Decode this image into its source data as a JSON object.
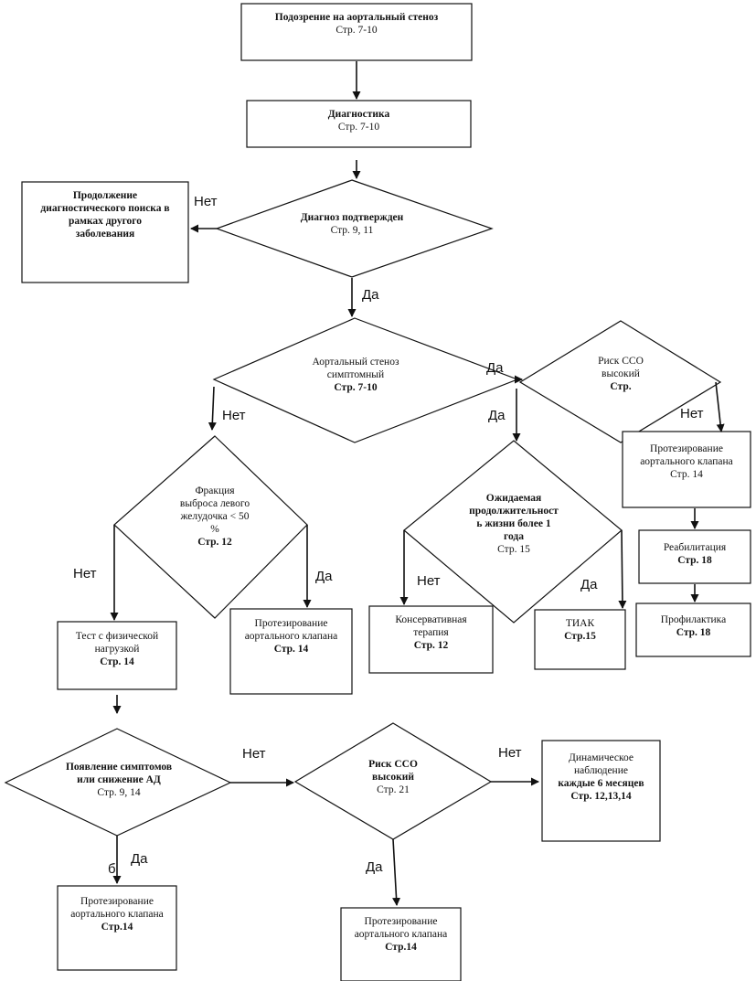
{
  "nodes": {
    "suspicion": {
      "lines": [
        {
          "text": "Подозрение на аортальный стеноз",
          "bold": true
        },
        {
          "text": "Стр. 7-10",
          "bold": false
        }
      ]
    },
    "diagnostics": {
      "lines": [
        {
          "text": "Диагностика",
          "bold": true
        },
        {
          "text": "Стр.  7-10",
          "bold": false
        }
      ]
    },
    "continue_search": {
      "lines": [
        {
          "text": "Продолжение",
          "bold": true
        },
        {
          "text": "диагностического поиска в",
          "bold": true
        },
        {
          "text": "рамках другого",
          "bold": true
        },
        {
          "text": "заболевания",
          "bold": true
        }
      ]
    },
    "diagnosis_confirmed": {
      "lines": [
        {
          "text": "Диагноз подтвержден",
          "bold": true
        },
        {
          "text": "Стр. 9, 11",
          "bold": false
        }
      ]
    },
    "stenosis_symptomatic": {
      "lines": [
        {
          "text": "Аортальный стеноз",
          "bold": false
        },
        {
          "text": "симптомный",
          "bold": false
        },
        {
          "text": "Стр. 7-10",
          "bold": true
        }
      ]
    },
    "risk_cco_high_top": {
      "lines": [
        {
          "text": "Риск ССО",
          "bold": false
        },
        {
          "text": "высокий",
          "bold": false
        },
        {
          "text": "Стр.",
          "bold": true
        }
      ]
    },
    "ejection_fraction": {
      "lines": [
        {
          "text": "Фракция",
          "bold": false
        },
        {
          "text": "выброса левого",
          "bold": false
        },
        {
          "text": "желудочка < 50",
          "bold": false
        },
        {
          "text": "%",
          "bold": false
        },
        {
          "text": "Стр. 12",
          "bold": true
        }
      ]
    },
    "life_expectancy": {
      "lines": [
        {
          "text": "Ожидаемая",
          "bold": true
        },
        {
          "text": "продолжительност",
          "bold": true
        },
        {
          "text": "ь  жизни более 1",
          "bold": true
        },
        {
          "text": "года",
          "bold": true
        },
        {
          "text": "Стр. 15",
          "bold": false
        }
      ]
    },
    "prosthesis_top": {
      "lines": [
        {
          "text": "Протезирование",
          "bold": false
        },
        {
          "text": "аортального клапана",
          "bold": false
        },
        {
          "text": "Стр. 14",
          "bold": false
        }
      ]
    },
    "rehabilitation": {
      "lines": [
        {
          "text": "Реабилитация",
          "bold": false
        },
        {
          "text": "Стр. 18",
          "bold": true
        }
      ]
    },
    "prevention": {
      "lines": [
        {
          "text": "Профилактика",
          "bold": false
        },
        {
          "text": "Стр. 18",
          "bold": true
        }
      ]
    },
    "conservative": {
      "lines": [
        {
          "text": "Консервативная",
          "bold": false
        },
        {
          "text": "терапия",
          "bold": false
        },
        {
          "text": "Стр. 12",
          "bold": true
        }
      ]
    },
    "tiak": {
      "lines": [
        {
          "text": "ТИАК",
          "bold": false
        },
        {
          "text": "Стр.15",
          "bold": true
        }
      ]
    },
    "stress_test": {
      "lines": [
        {
          "text": "Тест с физической",
          "bold": false
        },
        {
          "text": "нагрузкой",
          "bold": false
        },
        {
          "text": "Стр. 14",
          "bold": true
        }
      ]
    },
    "prosthesis_mid": {
      "lines": [
        {
          "text": "Протезирование",
          "bold": false
        },
        {
          "text": "аортального клапана",
          "bold": false
        },
        {
          "text": "Стр. 14",
          "bold": true
        }
      ]
    },
    "symptoms_bp": {
      "lines": [
        {
          "text": "Появление симптомов",
          "bold": true
        },
        {
          "text": "или снижение АД",
          "bold": true
        },
        {
          "text": "Стр. 9, 14",
          "bold": false
        }
      ]
    },
    "risk_cco_high_bottom": {
      "lines": [
        {
          "text": "Риск ССО",
          "bold": true
        },
        {
          "text": "высокий",
          "bold": true
        },
        {
          "text": "Стр. 21",
          "bold": false
        }
      ]
    },
    "dynamic_observation": {
      "lines": [
        {
          "text": "Динамическое",
          "bold": false
        },
        {
          "text": "наблюдение",
          "bold": false
        },
        {
          "text": "каждые 6 месяцев",
          "bold": true
        },
        {
          "text": "Стр. 12,13,14",
          "bold": true
        }
      ]
    },
    "prosthesis_bottom_left": {
      "lines": [
        {
          "text": "Протезирование",
          "bold": false
        },
        {
          "text": "аортального клапана",
          "bold": false
        },
        {
          "text": "Стр.14",
          "bold": true
        }
      ]
    },
    "prosthesis_bottom_mid": {
      "lines": [
        {
          "text": "Протезирование",
          "bold": false
        },
        {
          "text": "аортального клапана",
          "bold": false
        },
        {
          "text": "Стр.14",
          "bold": true
        }
      ]
    }
  },
  "edge_labels": {
    "no_continue": "Нет",
    "yes_confirmed": "Да",
    "yes_symptomatic_right": "Да",
    "yes_symptomatic_down": "Да",
    "no_symptomatic": "Нет",
    "no_risk_top": "Нет",
    "no_ef": "Нет",
    "yes_ef": "Да",
    "no_life": "Нет",
    "yes_life": "Да",
    "no_symptoms": "Нет",
    "no_risk_bottom": "Нет",
    "yes_symptoms": "Да",
    "yes_risk_bottom": "Да",
    "stray_char": "б"
  }
}
